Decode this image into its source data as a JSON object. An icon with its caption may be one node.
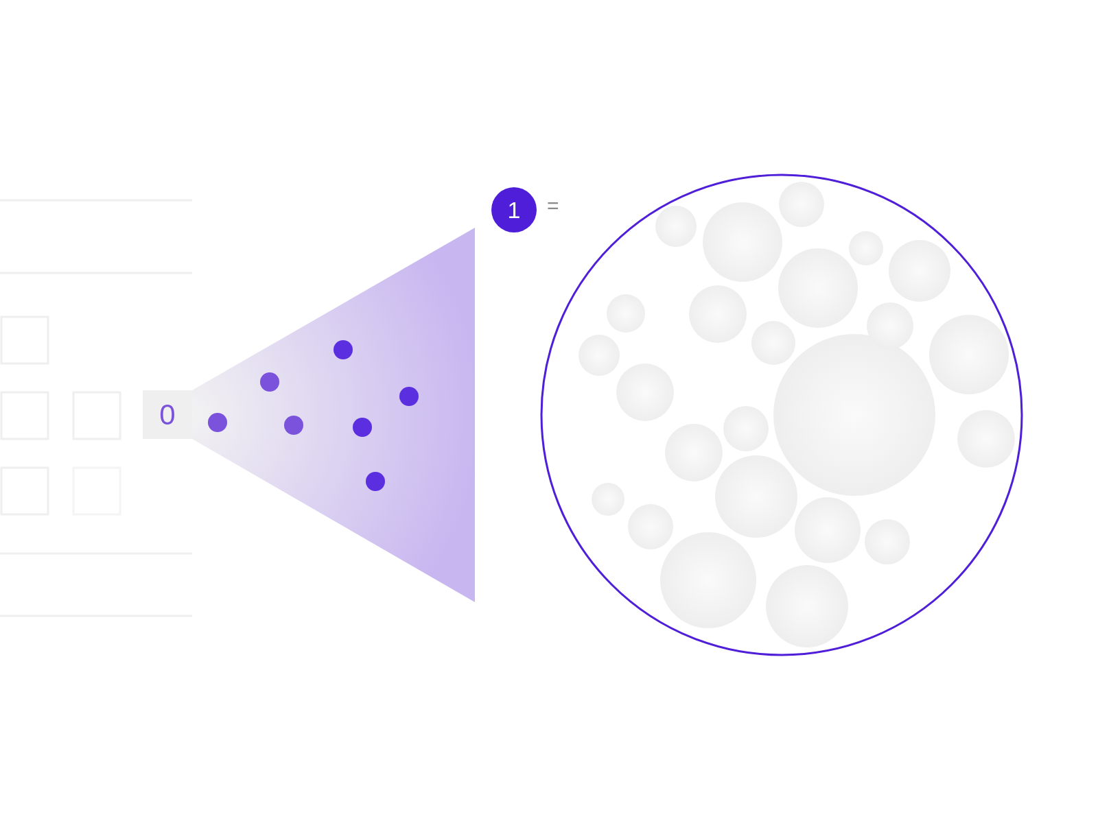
{
  "diagram": {
    "nodes": [
      {
        "text": [
          "0"
        ]
      },
      {
        "text": [
          "1"
        ],
        "beside": [
          "="
        ]
      },
      {
        "text": [],
        "shape": "circle"
      }
    ]
  }
}
